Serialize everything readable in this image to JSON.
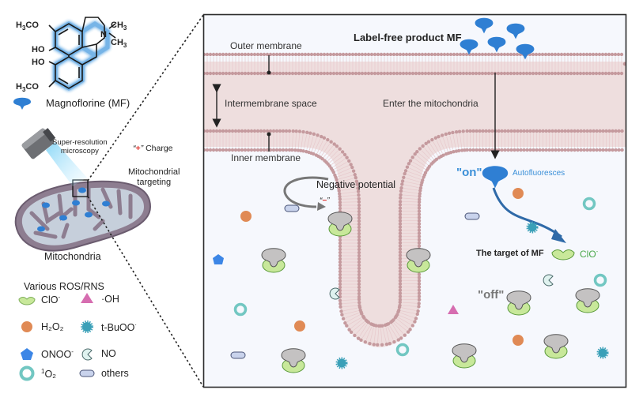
{
  "molecule": {
    "name_label": "Magnoflorine (MF)",
    "groups": [
      "H3CO",
      "HO",
      "HO",
      "H3CO",
      "N",
      "CH3",
      "CH3"
    ],
    "glow_color": "#4a9be0"
  },
  "left_panel": {
    "microscope_label_line1": "Super-resolution",
    "microscope_label_line2": "microscopy",
    "charge_quote_open": "“",
    "charge_sign": "+",
    "charge_quote_close": "”",
    "charge_label": "Charge",
    "targeting_line1": "Mitochondrial",
    "targeting_line2": "targeting",
    "mito_label": "Mitochondria"
  },
  "legend": {
    "title": "Various ROS/RNS",
    "items": [
      {
        "icon": "clo-receptor-icon",
        "label": "ClO",
        "sup": "-"
      },
      {
        "icon": "triangle-icon",
        "label": "·OH",
        "sup": ""
      },
      {
        "icon": "orange-circle-icon",
        "label": "H₂O₂",
        "sup": ""
      },
      {
        "icon": "spiky-ball-icon",
        "label": "t-BuOO",
        "sup": "·"
      },
      {
        "icon": "pentagon-icon",
        "label": "ONOO",
        "sup": "-"
      },
      {
        "icon": "pacman-icon",
        "label": "NO",
        "sup": ""
      },
      {
        "icon": "ring-icon",
        "label": "O₂",
        "sup_pre": "1"
      },
      {
        "icon": "capsule-icon",
        "label": "others",
        "sup": ""
      }
    ]
  },
  "panel": {
    "outer_membrane_label": "Outer membrane",
    "intermembrane_label": "Intermembrane space",
    "inner_membrane_label": "Inner membrane",
    "product_label": "Label-free product MF",
    "enter_label": "Enter the mitochondria",
    "negative_potential_label": "Negative potential",
    "neg_quote_open": "“",
    "neg_sign": "−",
    "neg_quote_close": "”",
    "on_label": "\"on\"",
    "autofluoresces_label": "Autofluoresces",
    "target_label": "The target of MF",
    "clo_label": "ClO",
    "clo_sup": "-",
    "off_label": "\"off\""
  },
  "colors": {
    "mf_blue": "#2f7fd3",
    "clo_green": "#c8e89a",
    "clo_green_dark": "#5a9a3a",
    "orange": "#e08a55",
    "magenta": "#d66db0",
    "teal": "#3aa0b8",
    "pentagon_blue": "#3c86e6",
    "ring_teal": "#72c7c2",
    "capsule": "#c9d3ec",
    "membrane_dot": "#c59a9e",
    "intermembrane_bg": "#eedede",
    "matrix_bg": "#f6f8fd",
    "on_blue": "#3a8fd8",
    "red_sign": "#e0302a",
    "clo_text": "#4aa84a"
  }
}
